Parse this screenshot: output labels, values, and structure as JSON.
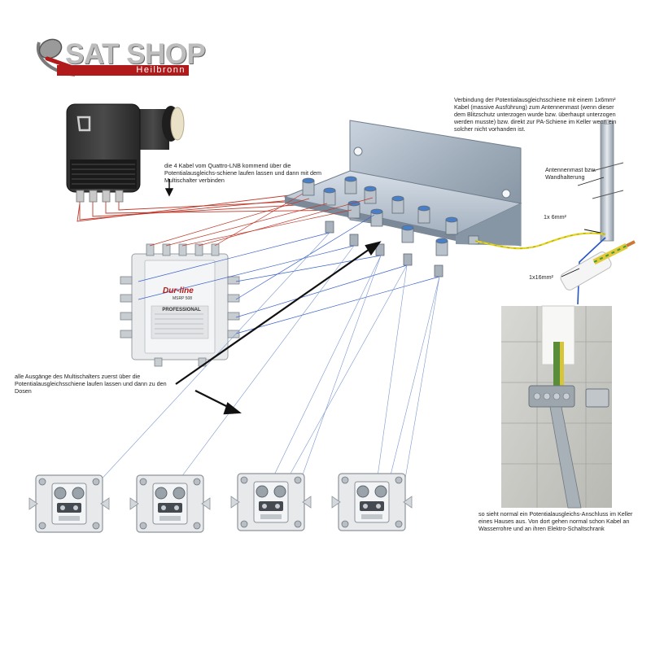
{
  "logo": {
    "main": "SAT SHOP",
    "sub": "Heilbronn"
  },
  "labels": {
    "lnb_note": "die 4 Kabel vom Quattro-LNB kommend über die Potentialausgleichs-schiene laufen lassen und dann mit dem Multischalter verbinden",
    "earthing_note": "Verbindung der Potentialausgleichsschiene mit einem 1x6mm² Kabel (massive Ausführung) zum Antennenmast (wenn dieser dem Blitzschutz unterzogen wurde bzw. überhaupt unterzogen werden musste) bzw. direkt zur PA-Schiene im Keller wenn ein solcher nicht vorhanden ist.",
    "mast_note": "Antennenmast bzw. Wandhalterung",
    "cable_6mm": "1x 6mm²",
    "cable_16mm": "1x16mm²",
    "outputs_note": "alle Ausgänge des Multischalters zuerst über die Potentialausgleichsschiene laufen lassen und dann zu den Dosen",
    "basement_note": "so sieht normal ein Potentialausgleichs-Anschluss im Keller eines Hauses aus. Von dort gehen normal schon Kabel an Wasserrohre und an ihren Elektro-Schaltschrank"
  },
  "multiswitch": {
    "brand": "Dur-line",
    "model": "MSRP 508",
    "series": "PROFESSIONAL"
  },
  "colors": {
    "logo_red": "#b01a1a",
    "cable_red": "#c0392b",
    "cable_blue": "#3a62c9",
    "earth_yellow": "#e8d21a",
    "arrow": "#111111"
  }
}
